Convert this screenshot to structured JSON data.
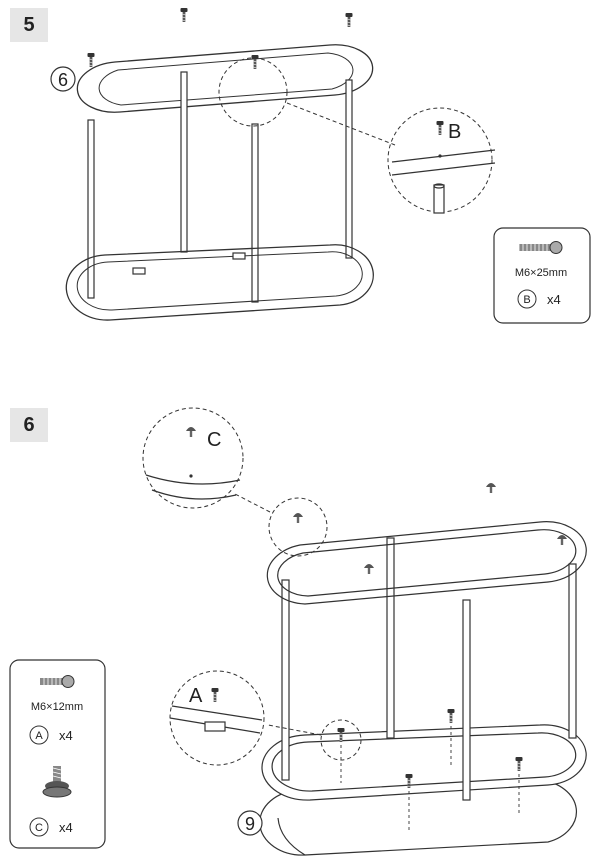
{
  "step5": {
    "number": "5",
    "part_callout": "6",
    "detail_label": "B",
    "hardware_box": {
      "size": "M6×25mm",
      "letter": "B",
      "qty": "x4"
    }
  },
  "step6": {
    "number": "6",
    "part_callout": "9",
    "detail_top_label": "C",
    "detail_bottom_label": "A",
    "hardware_box": {
      "items": [
        {
          "size": "M6×12mm",
          "letter": "A",
          "qty": "x4"
        },
        {
          "size": "",
          "letter": "C",
          "qty": "x4"
        }
      ]
    }
  }
}
